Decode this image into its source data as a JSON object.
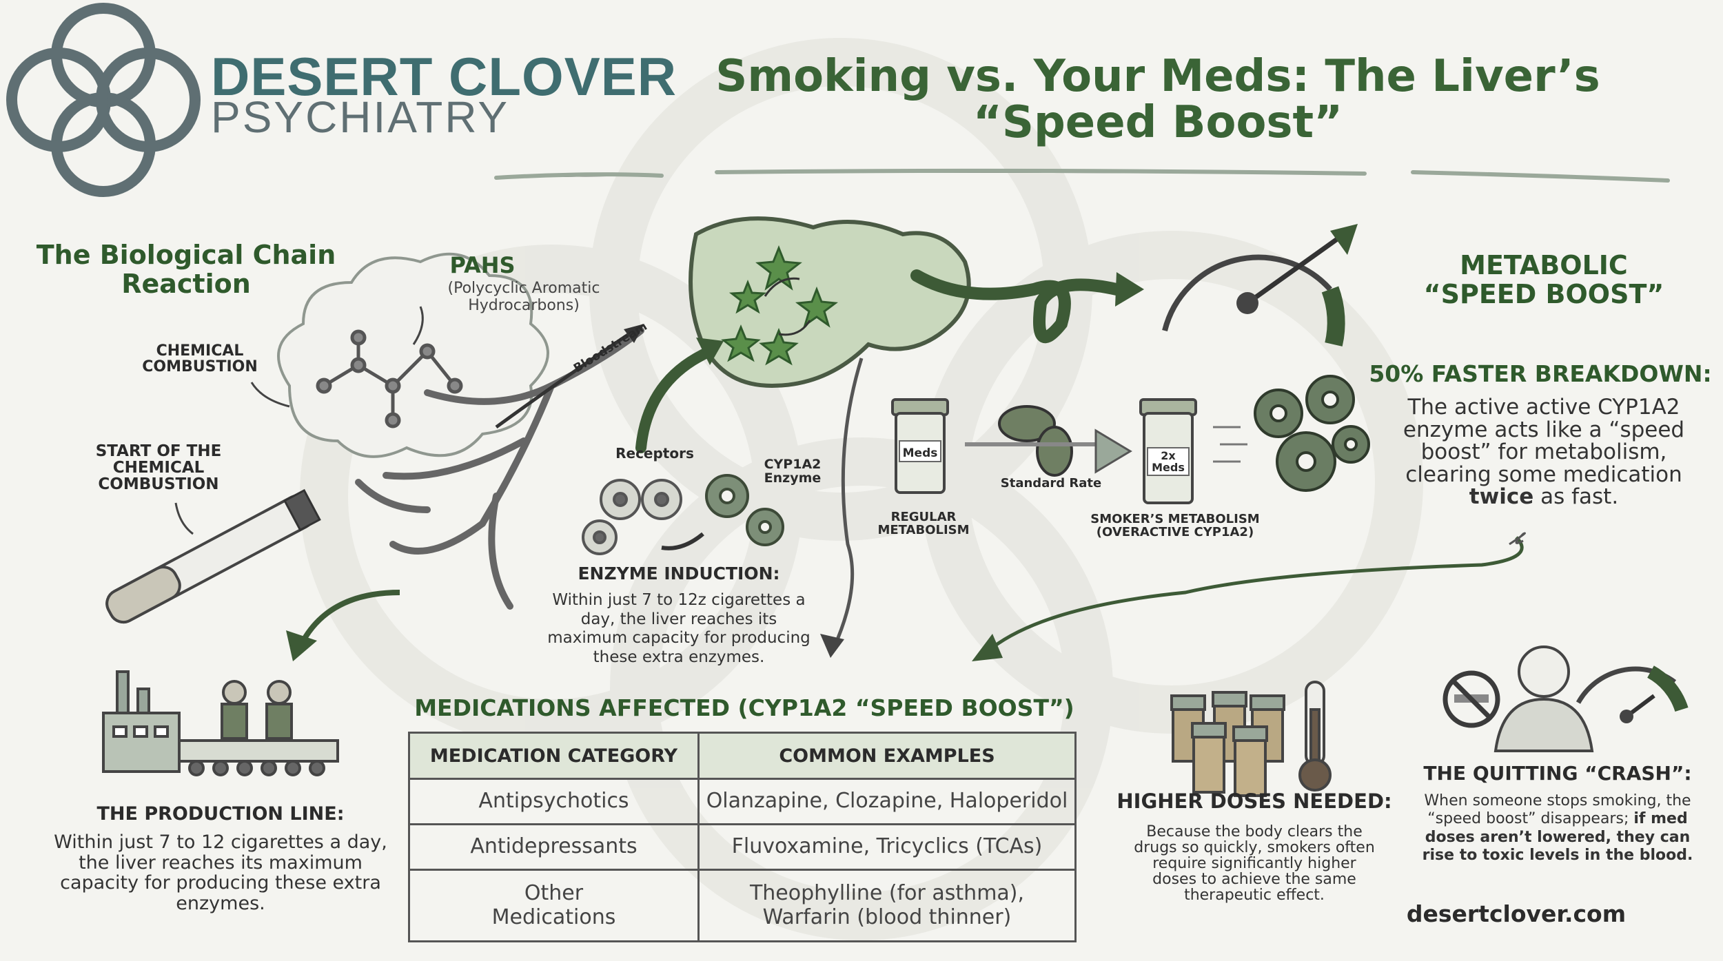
{
  "brand": {
    "line1": "DESERT CLOVER",
    "line2": "PSYCHIATRY"
  },
  "title": {
    "line1": "Smoking vs. Your Meds: The Liver’s",
    "line2": "“Speed Boost”"
  },
  "chain": {
    "line1": "The Biological Chain",
    "line2": "Reaction"
  },
  "pahs": {
    "title": "PAHS",
    "sub1": "(Polycyclic Aromatic",
    "sub2": "Hydrocarbons)"
  },
  "chemical_combustion": {
    "line1": "CHEMICAL",
    "line2": "COMBUSTION"
  },
  "start_combustion": {
    "line1": "START OF THE",
    "line2": "CHEMICAL",
    "line3": "COMBUSTION"
  },
  "bloodstream": "Bloodstream",
  "receptors": "Receptors",
  "enzyme_label": {
    "line1": "CYP1A2",
    "line2": "Enzyme"
  },
  "enzyme_induction": {
    "title": "ENZYME INDUCTION:",
    "lines": [
      "Within just 7 to 12z cigarettes a",
      "day, the liver reaches its",
      "maximum capacity for producing",
      "these extra enzymes."
    ]
  },
  "regular": {
    "jar": "Meds",
    "line1": "REGULAR",
    "line2": "METABOLISM"
  },
  "standard_rate": "Standard Rate",
  "smoker": {
    "jar1": "2x",
    "jar2": "Meds",
    "line1": "SMOKER’S METABOLISM",
    "line2": "(OVERACTIVE CYP1A2)"
  },
  "metabolic": {
    "line1": "METABOLIC",
    "line2": "“SPEED BOOST”"
  },
  "faster": {
    "title": "50% FASTER BREAKDOWN:",
    "line1": "The active active CYP1A2",
    "line2": "enzyme acts like a “speed",
    "line3": "boost” for metabolism,",
    "line4": "clearing some medication",
    "bold": "twice",
    "line5_rest": " as fast."
  },
  "production": {
    "title": "THE PRODUCTION LINE:",
    "lines": [
      "Within just 7 to 12 cigarettes a day,",
      "the liver reaches its maximum",
      "capacity for producing these extra",
      "enzymes."
    ]
  },
  "table": {
    "title": "MEDICATIONS AFFECTED (CYP1A2 “SPEED BOOST”)",
    "headers": [
      "MEDICATION CATEGORY",
      "COMMON EXAMPLES"
    ],
    "rows": [
      {
        "category": [
          "Antipsychotics"
        ],
        "examples": [
          "Olanzapine, Clozapine, Haloperidol"
        ]
      },
      {
        "category": [
          "Antidepressants"
        ],
        "examples": [
          "Fluvoxamine, Tricyclics (TCAs)"
        ]
      },
      {
        "category": [
          "Other",
          "Medications"
        ],
        "examples": [
          "Theophylline (for asthma),",
          "Warfarin (blood thinner)"
        ]
      }
    ]
  },
  "higher": {
    "title": "HIGHER DOSES NEEDED:",
    "lines": [
      "Because the body clears the",
      "drugs so quickly, smokers often",
      "require significantly higher",
      "doses to achieve the same",
      "therapeutic effect."
    ]
  },
  "quitting": {
    "title": "THE QUITTING “CRASH”:",
    "line1": "When someone stops smoking, the",
    "line2_a": "“speed boost” disappears; ",
    "line2_b": "if med",
    "line3": "doses aren’t lowered, they can",
    "line4": "rise to toxic levels in the blood."
  },
  "website": "desertclover.com",
  "colors": {
    "green": "#2f5a2c",
    "teal": "#3f6d70",
    "gray": "#5f6f73",
    "paper": "#f4f4f0"
  }
}
